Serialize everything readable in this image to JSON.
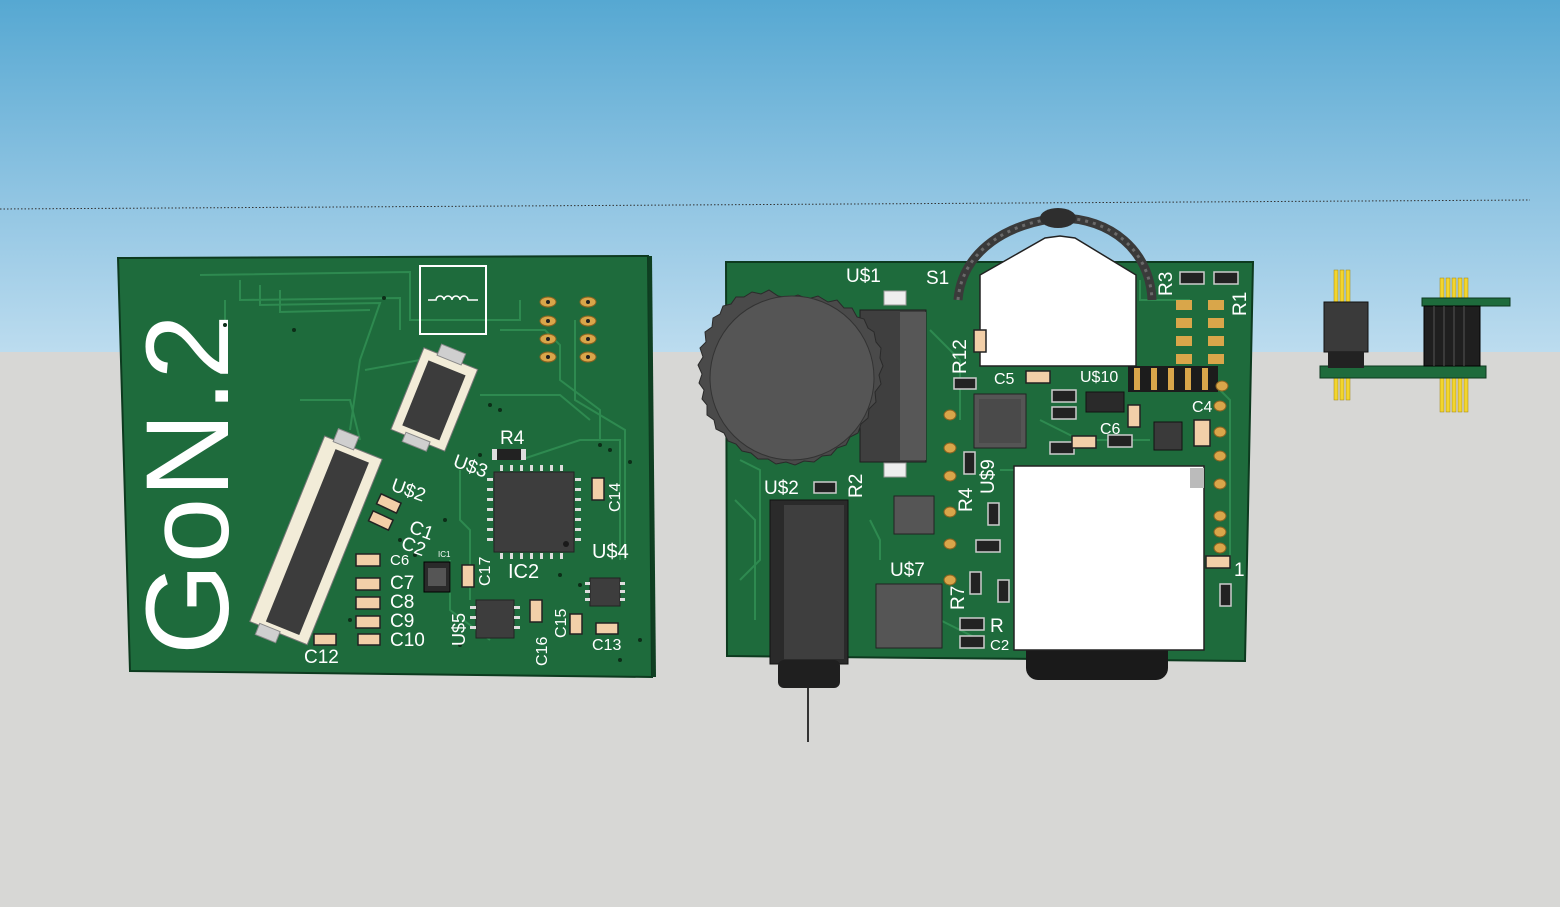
{
  "colors": {
    "pcb": "#1e6b3c",
    "pcb_dark": "#124a28",
    "trace": "#2e8a50",
    "copper": "#d9a64a",
    "silk": "#ffffff",
    "chip": "#3d3d3d",
    "pad": "#eeeeee",
    "cap": "#f2cfa8",
    "sky_top": "#56a8d2",
    "ground": "#d7d7d5"
  },
  "board_left": {
    "title": "GoN.2",
    "labels": {
      "r4": "R4",
      "u3": "U$3",
      "u2": "U$2",
      "c1": "C1",
      "c2": "C2",
      "c6": "C6",
      "c7": "C7",
      "c8": "C8",
      "c9": "C9",
      "c10": "C10",
      "c12": "C12",
      "ic1": "IC1",
      "c17": "C17",
      "ic2": "IC2",
      "u4": "U$4",
      "u5": "U$5",
      "c16": "C16",
      "c15": "C15",
      "c13": "C13",
      "c14": "C14"
    }
  },
  "board_center": {
    "labels": {
      "u1": "U$1",
      "s1": "S1",
      "r3": "R3",
      "r1": "R1",
      "r12": "R12",
      "c5": "C5",
      "u10": "U$10",
      "c4": "C4",
      "c6": "C6",
      "u2": "U$2",
      "r2": "R2",
      "u9": "U$9",
      "r4": "R4",
      "u7": "U$7",
      "r7": "R7",
      "r": "R",
      "c2": "C2",
      "one": "1"
    }
  }
}
